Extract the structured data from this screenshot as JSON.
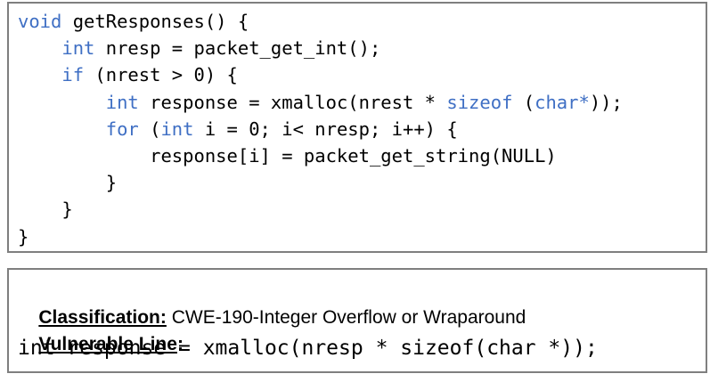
{
  "code_lines": [
    {
      "indent": "",
      "segments": [
        {
          "text": "void",
          "kw": true
        },
        {
          "text": " getResponses() {",
          "kw": false
        }
      ]
    },
    {
      "indent": "    ",
      "segments": [
        {
          "text": "int",
          "kw": true
        },
        {
          "text": " nresp = packet_get_int();",
          "kw": false
        }
      ]
    },
    {
      "indent": "    ",
      "segments": [
        {
          "text": "if",
          "kw": true
        },
        {
          "text": " (nrest > 0) {",
          "kw": false
        }
      ]
    },
    {
      "indent": "        ",
      "segments": [
        {
          "text": "int",
          "kw": true
        },
        {
          "text": " response = xmalloc(nrest * ",
          "kw": false
        },
        {
          "text": "sizeof",
          "kw": true
        },
        {
          "text": " (",
          "kw": false
        },
        {
          "text": "char*",
          "kw": true
        },
        {
          "text": "));",
          "kw": false
        }
      ]
    },
    {
      "indent": "        ",
      "segments": [
        {
          "text": "for",
          "kw": true
        },
        {
          "text": " (",
          "kw": false
        },
        {
          "text": "int",
          "kw": true
        },
        {
          "text": " i = 0; i< nresp; i++) {",
          "kw": false
        }
      ]
    },
    {
      "indent": "            ",
      "segments": [
        {
          "text": "response[i] = packet_get_string(NULL)",
          "kw": false
        }
      ]
    },
    {
      "indent": "        ",
      "segments": [
        {
          "text": "}",
          "kw": false
        }
      ]
    },
    {
      "indent": "    ",
      "segments": [
        {
          "text": "}",
          "kw": false
        }
      ]
    },
    {
      "indent": "",
      "segments": [
        {
          "text": "}",
          "kw": false
        }
      ]
    }
  ],
  "classification": {
    "label": "Classification:",
    "value": " CWE-190-Integer Overflow or Wraparound"
  },
  "vulnerable_line": {
    "label": "Vulnerable Line",
    "suffix": ":",
    "code": "int response = xmalloc(nresp * sizeof(char *));"
  },
  "colors": {
    "keyword": "#3f6fc4",
    "border": "#7f7f7f",
    "text": "#000000"
  }
}
